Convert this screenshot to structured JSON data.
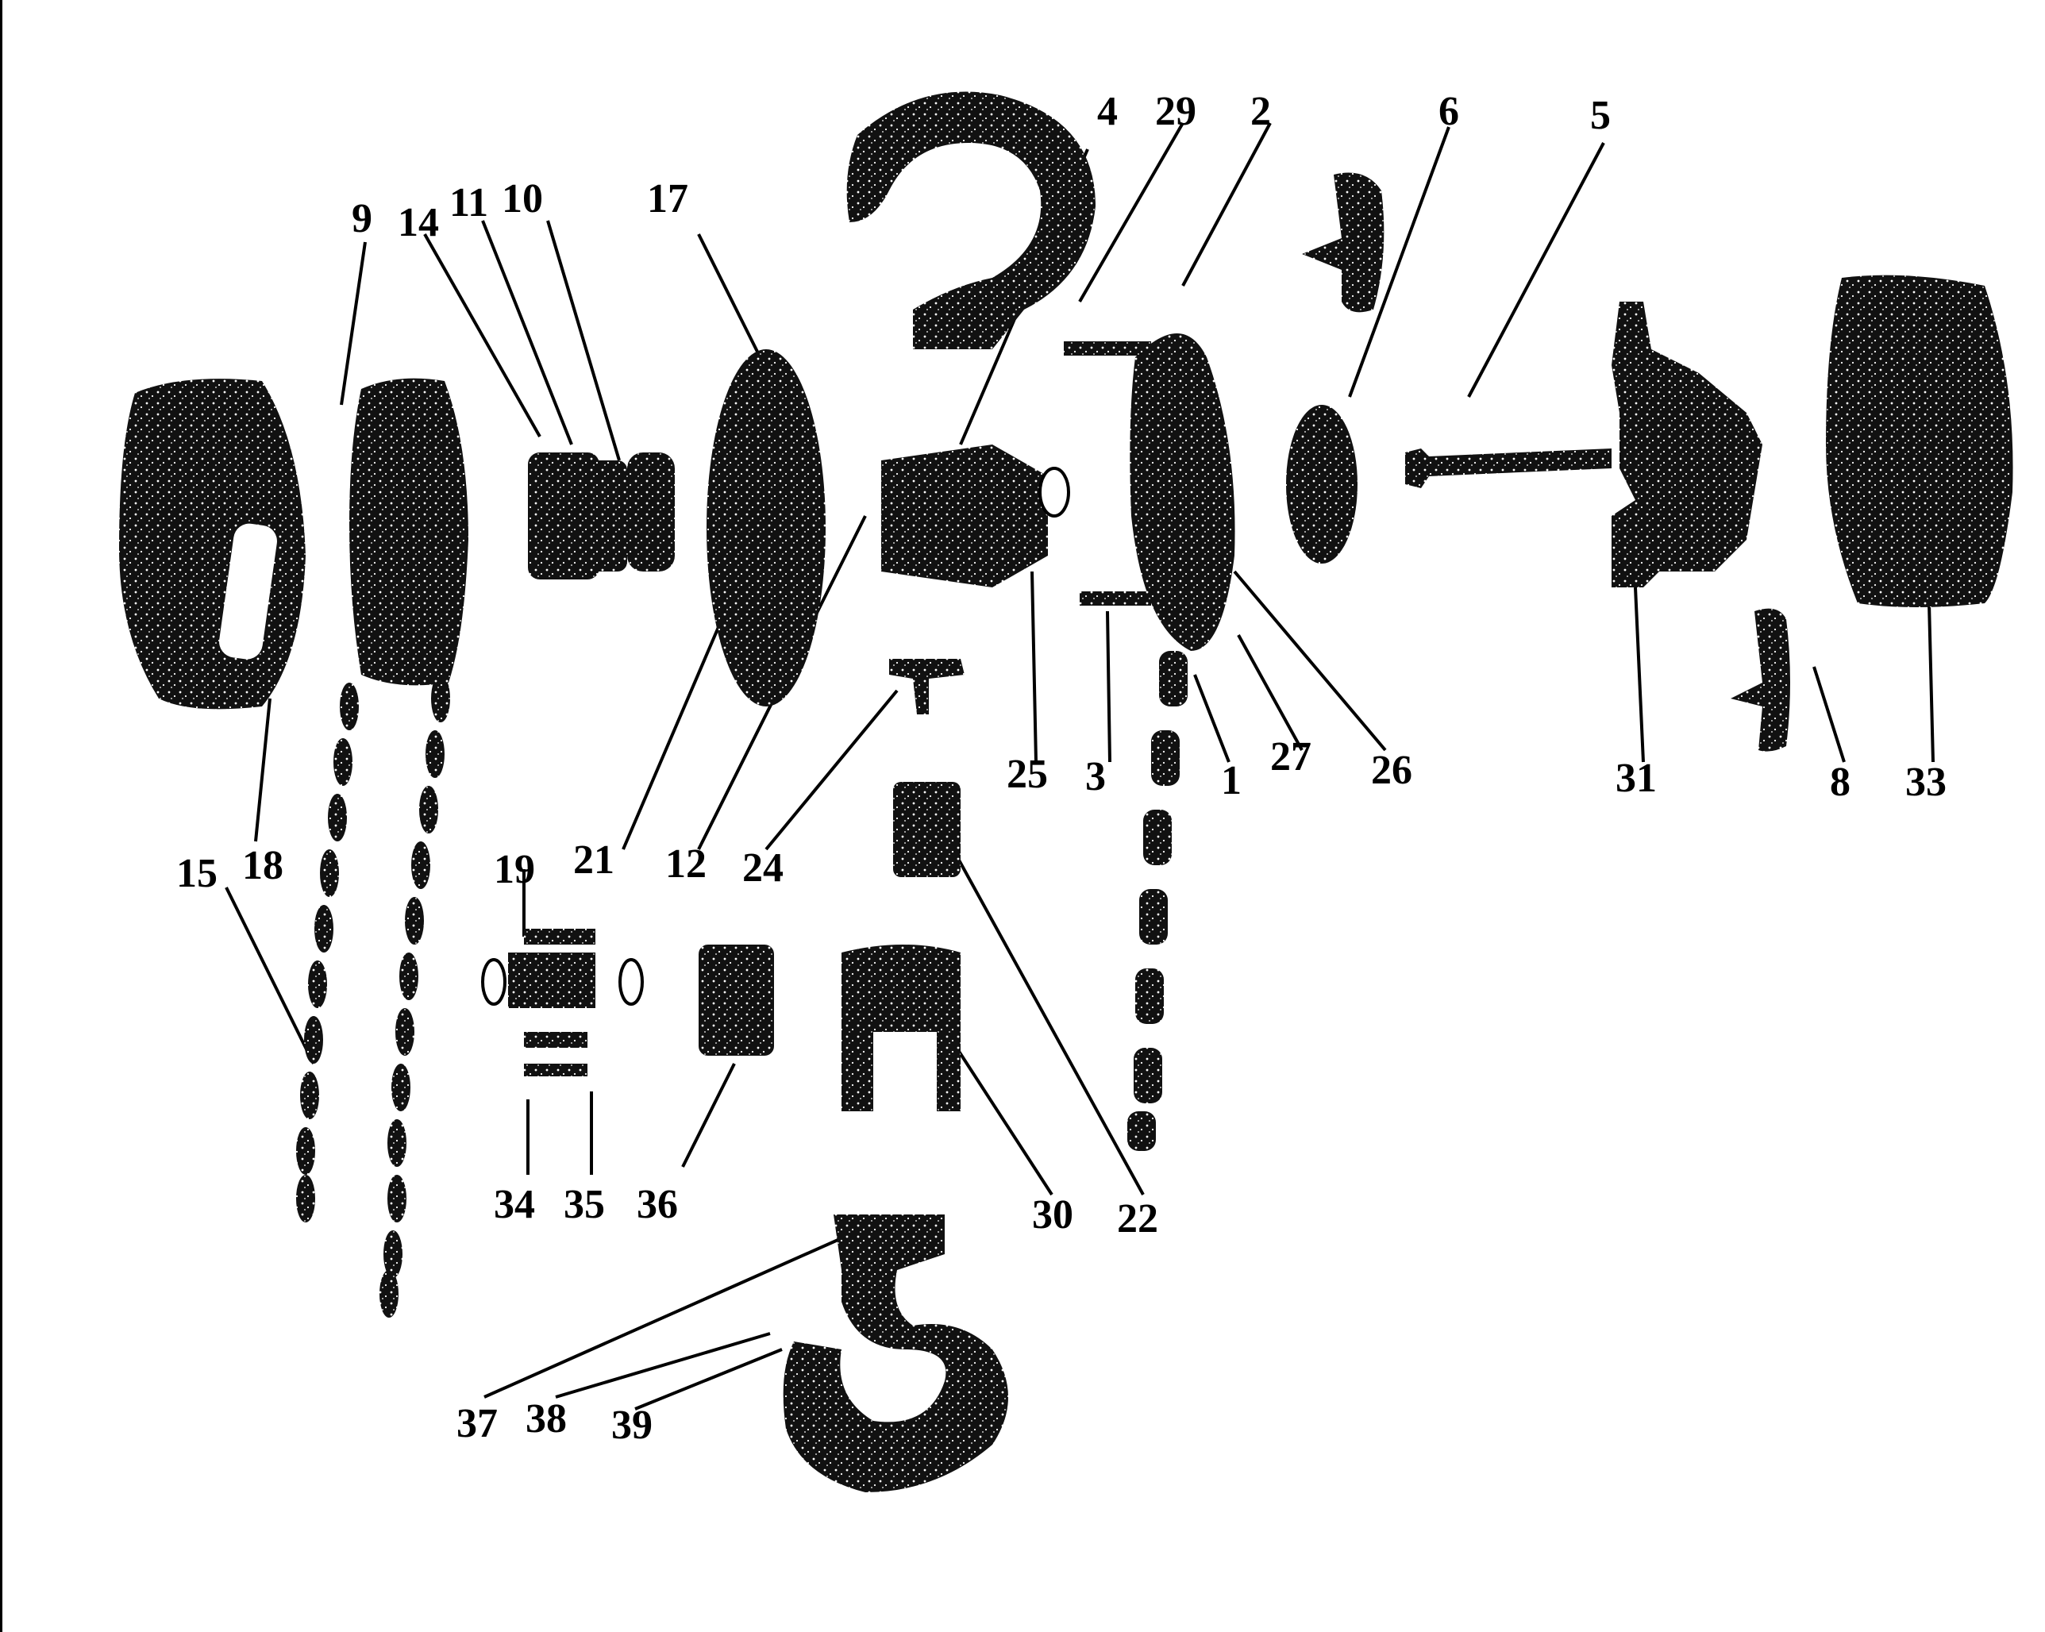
{
  "labels": [
    "1",
    "2",
    "3",
    "4",
    "5",
    "6",
    "8",
    "9",
    "10",
    "11",
    "12",
    "14",
    "15",
    "17",
    "18",
    "19",
    "21",
    "22",
    "24",
    "25",
    "26",
    "27",
    "29",
    "30",
    "31",
    "33",
    "34",
    "35",
    "36",
    "37",
    "38",
    "39"
  ],
  "colors": {
    "ink": "#111111",
    "paper": "#ffffff"
  }
}
